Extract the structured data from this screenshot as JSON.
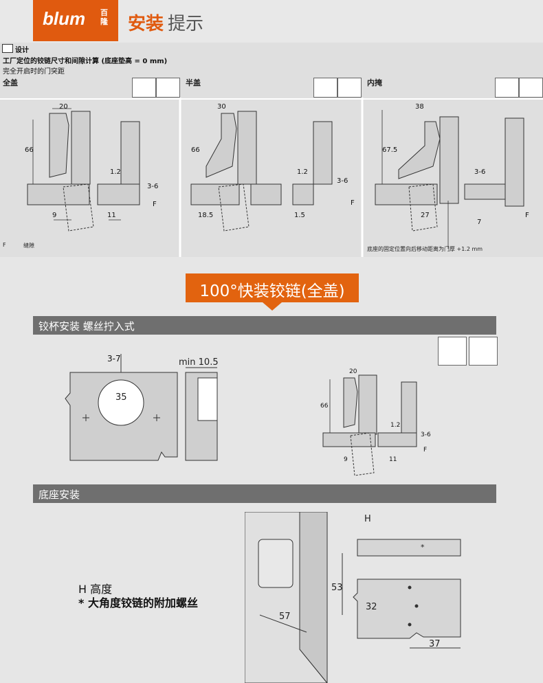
{
  "header": {
    "logo_text": "blum",
    "logo_cn": "百隆",
    "title_strong": "安装",
    "title_light": "提示"
  },
  "top": {
    "section_label": "设计",
    "line1": "工厂定位的铰链尺寸和间隙计算 (底座垫高 = 0 mm)",
    "line2": "完全开启时的门突距",
    "columns": [
      {
        "title": "全盖",
        "dims": [
          "20",
          "66",
          "1.2",
          "3-6",
          "F",
          "9",
          "11"
        ]
      },
      {
        "title": "半盖",
        "dims": [
          "30",
          "66",
          "1.2",
          "3-6",
          "F",
          "18.5",
          "1.5"
        ]
      },
      {
        "title": "内掩",
        "dims": [
          "38",
          "67.5",
          "3-6",
          "F",
          "27",
          "7"
        ]
      }
    ],
    "footnote_left_key": "F",
    "footnote_left_val": "缝隙",
    "footnote_right": "底座的固定位置向后移动距离为门厚 +1.2 mm"
  },
  "banner": {
    "text": "100°快装铰链(全盖)"
  },
  "section1": {
    "title": "铰杯安装 螺丝拧入式",
    "dims": {
      "edge": "3-7",
      "cup": "35",
      "min_depth": "min 10.5",
      "w20": "20",
      "h66": "66",
      "gap12": "1.2",
      "r36": "3-6",
      "f": "F",
      "d9": "9",
      "d11": "11"
    }
  },
  "section2": {
    "title": "底座安装",
    "h_label": "H 高度",
    "star_label": "* 大角度铰链的附加螺丝",
    "dims": {
      "d53": "53",
      "d57": "57",
      "h": "H",
      "star": "*",
      "d32": "32",
      "d37": "37"
    }
  },
  "colors": {
    "accent": "#e05a0f",
    "section_bar": "#6f6f6f",
    "panel": "#e6e6e6"
  }
}
